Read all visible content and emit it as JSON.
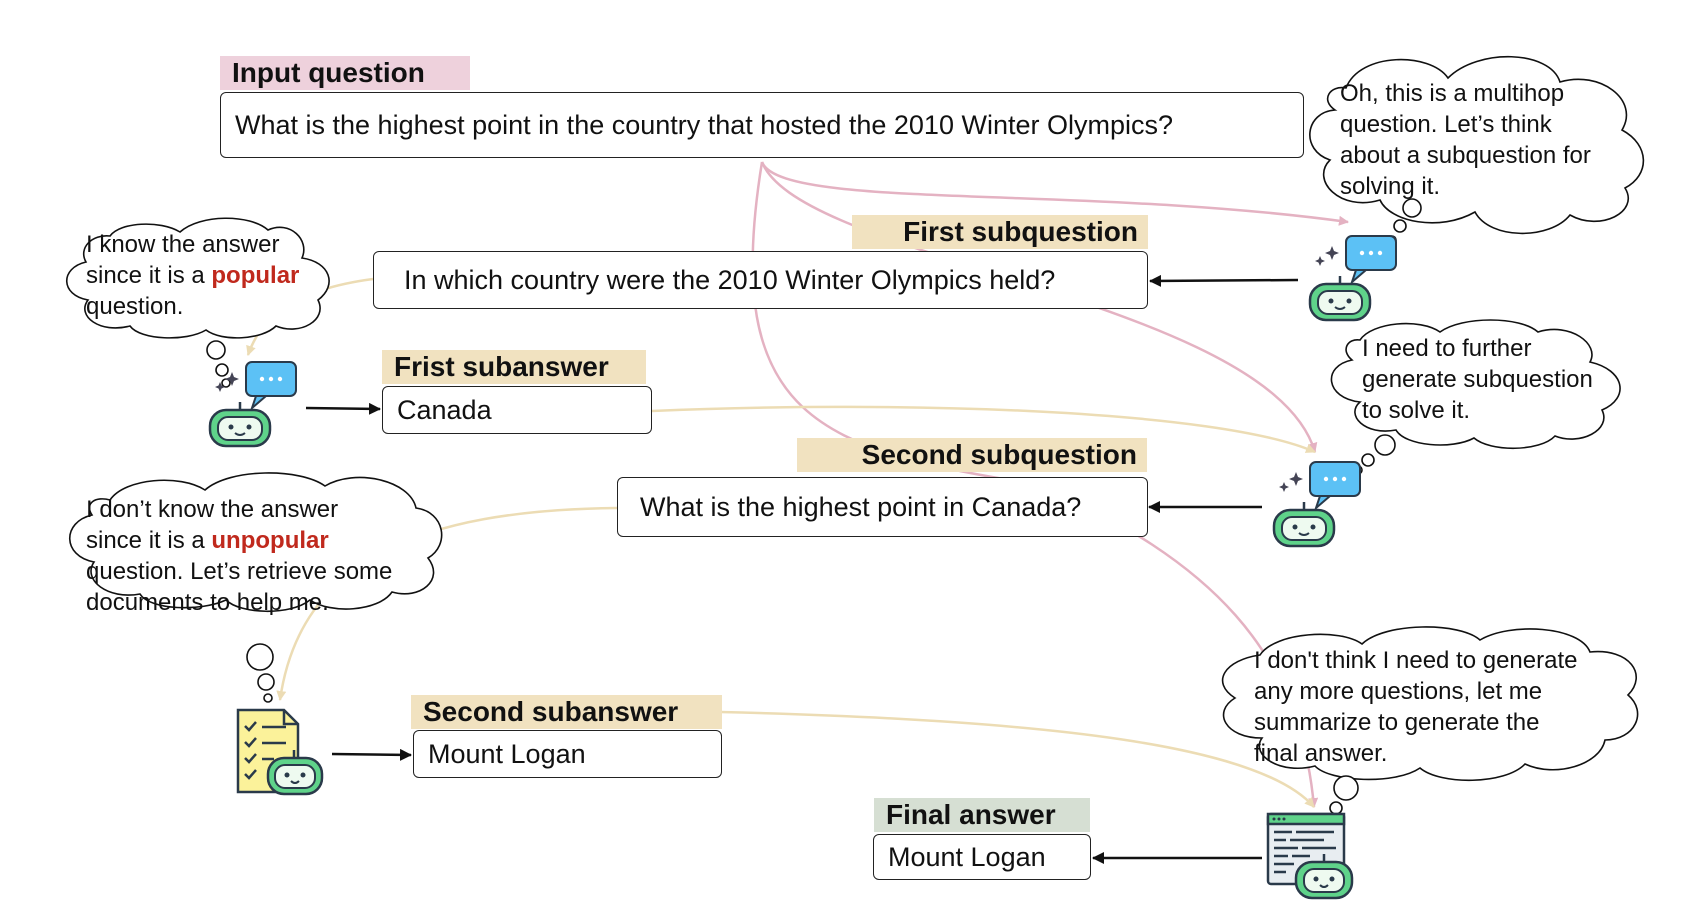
{
  "input": {
    "label": "Input question",
    "text": "What is the highest point in the country that hosted the 2010 Winter Olympics?"
  },
  "sub1": {
    "label": "First subquestion",
    "text": "In which country were the 2010 Winter Olympics held?"
  },
  "ans1": {
    "label": "Frist subanswer",
    "text": "Canada"
  },
  "sub2": {
    "label": "Second subquestion",
    "text": "What is the highest point in Canada?"
  },
  "ans2": {
    "label": "Second subanswer",
    "text": "Mount Logan"
  },
  "final": {
    "label": "Final answer",
    "text": "Mount Logan"
  },
  "thoughts": {
    "multihop": [
      "Oh, this is a multihop",
      "question. Let’s think",
      "about a subquestion for",
      "solving it."
    ],
    "further": [
      "I need to further",
      "generate subquestion",
      "to solve it."
    ],
    "summarize": [
      "I don't think I need to generate",
      "any more questions, let me",
      "summarize to generate the",
      "final answer."
    ],
    "popular": {
      "l1": "I know the answer",
      "l2a": "since it is a ",
      "l2b": "popular",
      "l3": "question."
    },
    "unpopular": {
      "l1": "I don’t know the answer",
      "l2a": "since it is a ",
      "l2b": "unpopular",
      "l3": "question. Let’s retrieve some",
      "l4": "documents to help me."
    }
  },
  "colors": {
    "pink_arrow": "#e4b2c2",
    "beige_arrow": "#ecdcb4",
    "robot_green": "#5fd38a",
    "bubble_blue": "#5cc1f5",
    "highlight_red": "#c0291d"
  },
  "icons": [
    "robot-icon",
    "chat-bubble-icon",
    "sparkle-icon",
    "checklist-document-icon",
    "code-window-icon"
  ]
}
